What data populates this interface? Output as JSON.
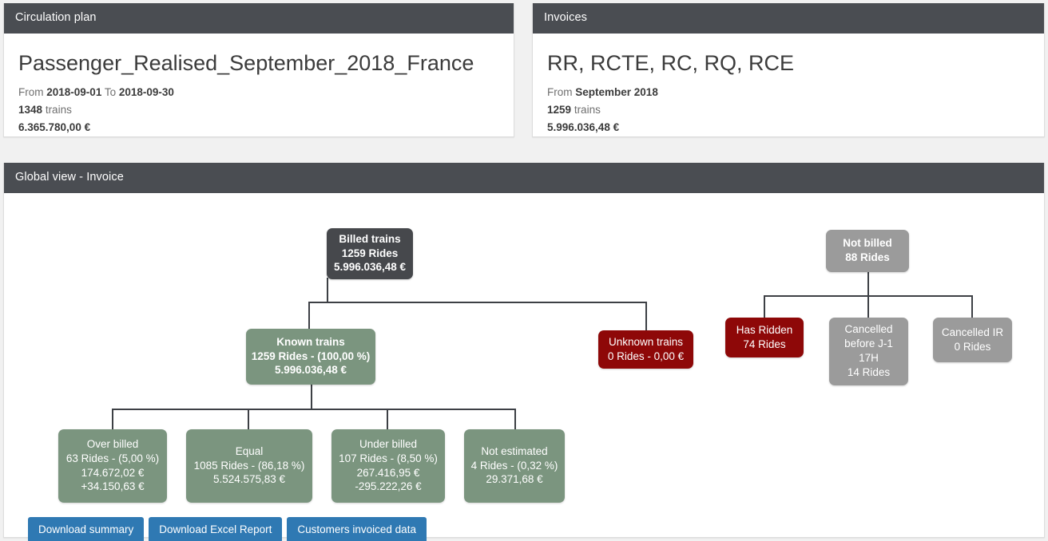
{
  "panels": {
    "circulation": {
      "header": "Circulation plan",
      "title": "Passenger_Realised_September_2018_France",
      "from_label": "From",
      "from_value": "2018-09-01",
      "to_label": "To",
      "to_value": "2018-09-30",
      "trains_count": "1348",
      "trains_label": "trains",
      "amount": "6.365.780,00 €"
    },
    "invoices": {
      "header": "Invoices",
      "title": "RR, RCTE, RC, RQ, RCE",
      "from_label": "From",
      "from_value": "September 2018",
      "trains_count": "1259",
      "trains_label": "trains",
      "amount": "5.996.036,48 €"
    },
    "global": {
      "header": "Global view - Invoice"
    }
  },
  "tree": {
    "billed": {
      "line1": "Billed trains",
      "line2": "1259 Rides",
      "line3": "5.996.036,48 €",
      "color": "#46484c"
    },
    "known": {
      "line1": "Known trains",
      "line2": "1259 Rides - (100,00 %)",
      "line3": "5.996.036,48 €",
      "color": "#7b957f"
    },
    "unknown": {
      "line1": "Unknown trains",
      "line2": "0 Rides - 0,00 €",
      "color": "#8e0808"
    },
    "not_billed": {
      "line1": "Not billed",
      "line2": "88 Rides",
      "color": "#9b9b9b"
    },
    "has_ridden": {
      "line1": "Has Ridden",
      "line2": "74 Rides",
      "color": "#8e0808"
    },
    "cancelled_j1": {
      "line1": "Cancelled",
      "line2": "before J-1",
      "line3": "17H",
      "line4": "14 Rides",
      "color": "#9b9b9b"
    },
    "cancelled_ir": {
      "line1": "Cancelled IR",
      "line2": "0 Rides",
      "color": "#9b9b9b"
    },
    "over_billed": {
      "line1": "Over billed",
      "line2": "63 Rides - (5,00 %)",
      "line3": "174.672,02 €",
      "line4": "+34.150,63 €",
      "color": "#7b957f"
    },
    "equal": {
      "line1": "Equal",
      "line2": "1085 Rides - (86,18 %)",
      "line3": "5.524.575,83 €",
      "color": "#7b957f"
    },
    "under_billed": {
      "line1": "Under billed",
      "line2": "107 Rides - (8,50 %)",
      "line3": "267.416,95 €",
      "line4": "-295.222,26 €",
      "color": "#7b957f"
    },
    "not_estimated": {
      "line1": "Not estimated",
      "line2": "4 Rides - (0,32 %)",
      "line3": "29.371,68 €",
      "color": "#7b957f"
    }
  },
  "buttons": {
    "download_summary": "Download summary",
    "download_excel": "Download Excel Report",
    "customers_invoiced": "Customers invoiced data",
    "color": "#2f79b3"
  }
}
